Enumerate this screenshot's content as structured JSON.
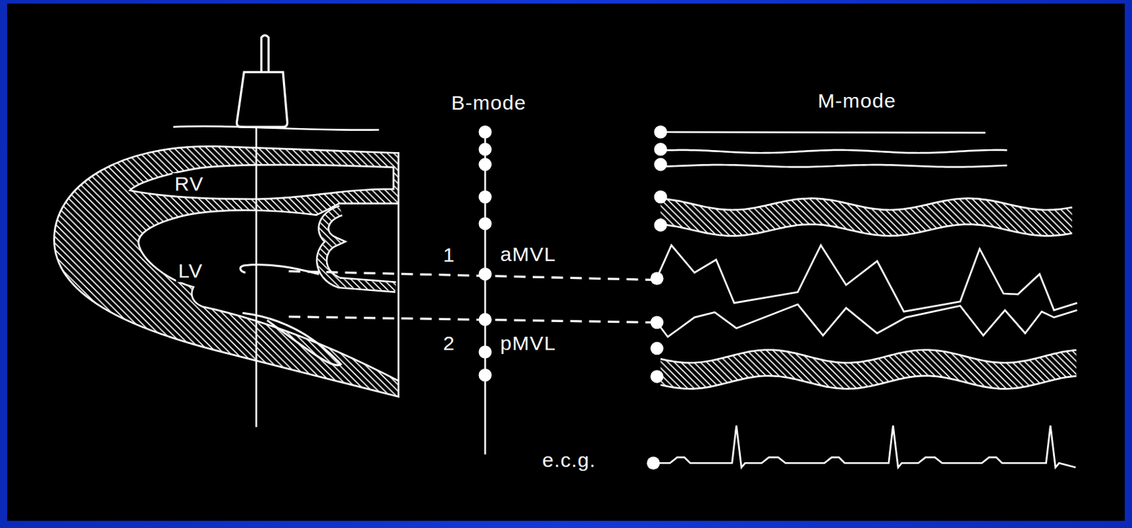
{
  "diagram": {
    "labels": [
      "RV",
      "LV",
      "B-mode",
      "M-mode",
      "1",
      "aMVL",
      "2",
      "pMVL",
      "e.c.g."
    ]
  }
}
